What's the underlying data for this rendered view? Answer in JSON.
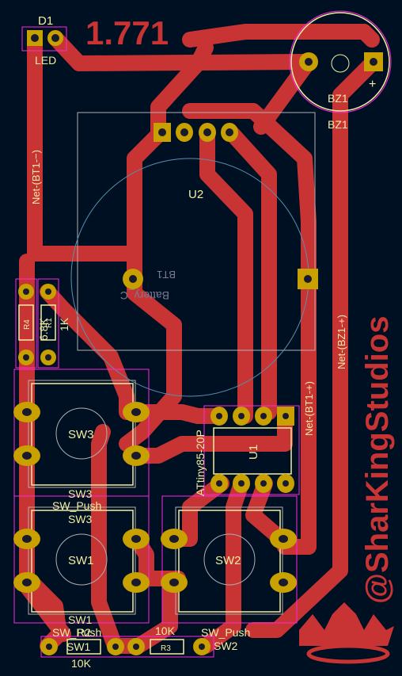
{
  "board": {
    "version": "1.771",
    "brand": "@SharKingStudios",
    "colors": {
      "background": "#001023",
      "copper": "#c83434",
      "pad": "#c8a000",
      "pad_ring": "#f0d000",
      "drill": "#1a1a2e",
      "silkscreen": "#f2eda1",
      "courtyard": "#ff26e2",
      "fab": "#afafaf",
      "bt_outline": "#5a8faf"
    }
  },
  "labels": {
    "d1": "D1",
    "led": "LED",
    "bz1": "BZ1",
    "bz1_plus": "+",
    "bz1_fab": "BZ1",
    "u2": "U2",
    "bt1": "BT1",
    "battery": "Battery_C",
    "r4": "R4",
    "r1": "R1",
    "r4_value": "6.8K",
    "r1_value": "1K",
    "sw3_top": "SW3",
    "sw3_fab": "SW3",
    "sw3_value": "SW_Push",
    "sw3_ref": "SW3",
    "sw1": "SW1",
    "sw1_fab": "SW1",
    "sw1_value": "SW_Push",
    "sw1_ref": "SW1",
    "sw2": "SW2",
    "sw2_value": "SW_Push",
    "sw2_ref": "SW2",
    "r2": "R2",
    "r2_value": "10K",
    "r3": "R3",
    "r3_value": "10K",
    "u1": "U1",
    "u1_value": "ATtiny85-20P"
  },
  "nets": {
    "bt1_minus": "Net-(BT1-−)",
    "bt1_plus": "Net-(BT1-+)",
    "bz1_plus": "Net-(BZ1-+)"
  }
}
